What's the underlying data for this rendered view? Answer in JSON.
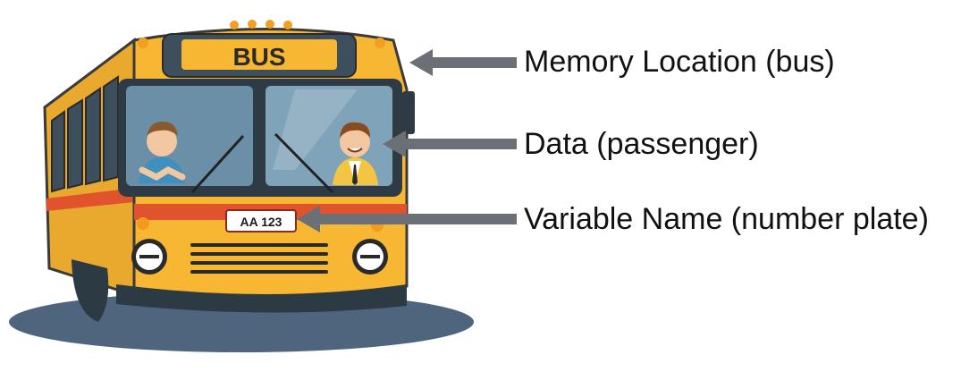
{
  "bus": {
    "sign_text": "BUS",
    "plate_text": "AA 123"
  },
  "labels": {
    "memory_location": "Memory Location (bus)",
    "data": "Data (passenger)",
    "variable_name": "Variable Name (number plate)"
  },
  "colors": {
    "bus_body": "#F7B733",
    "bus_stripe": "#E0532C",
    "arrow": "#6b7076",
    "text": "#111111"
  }
}
